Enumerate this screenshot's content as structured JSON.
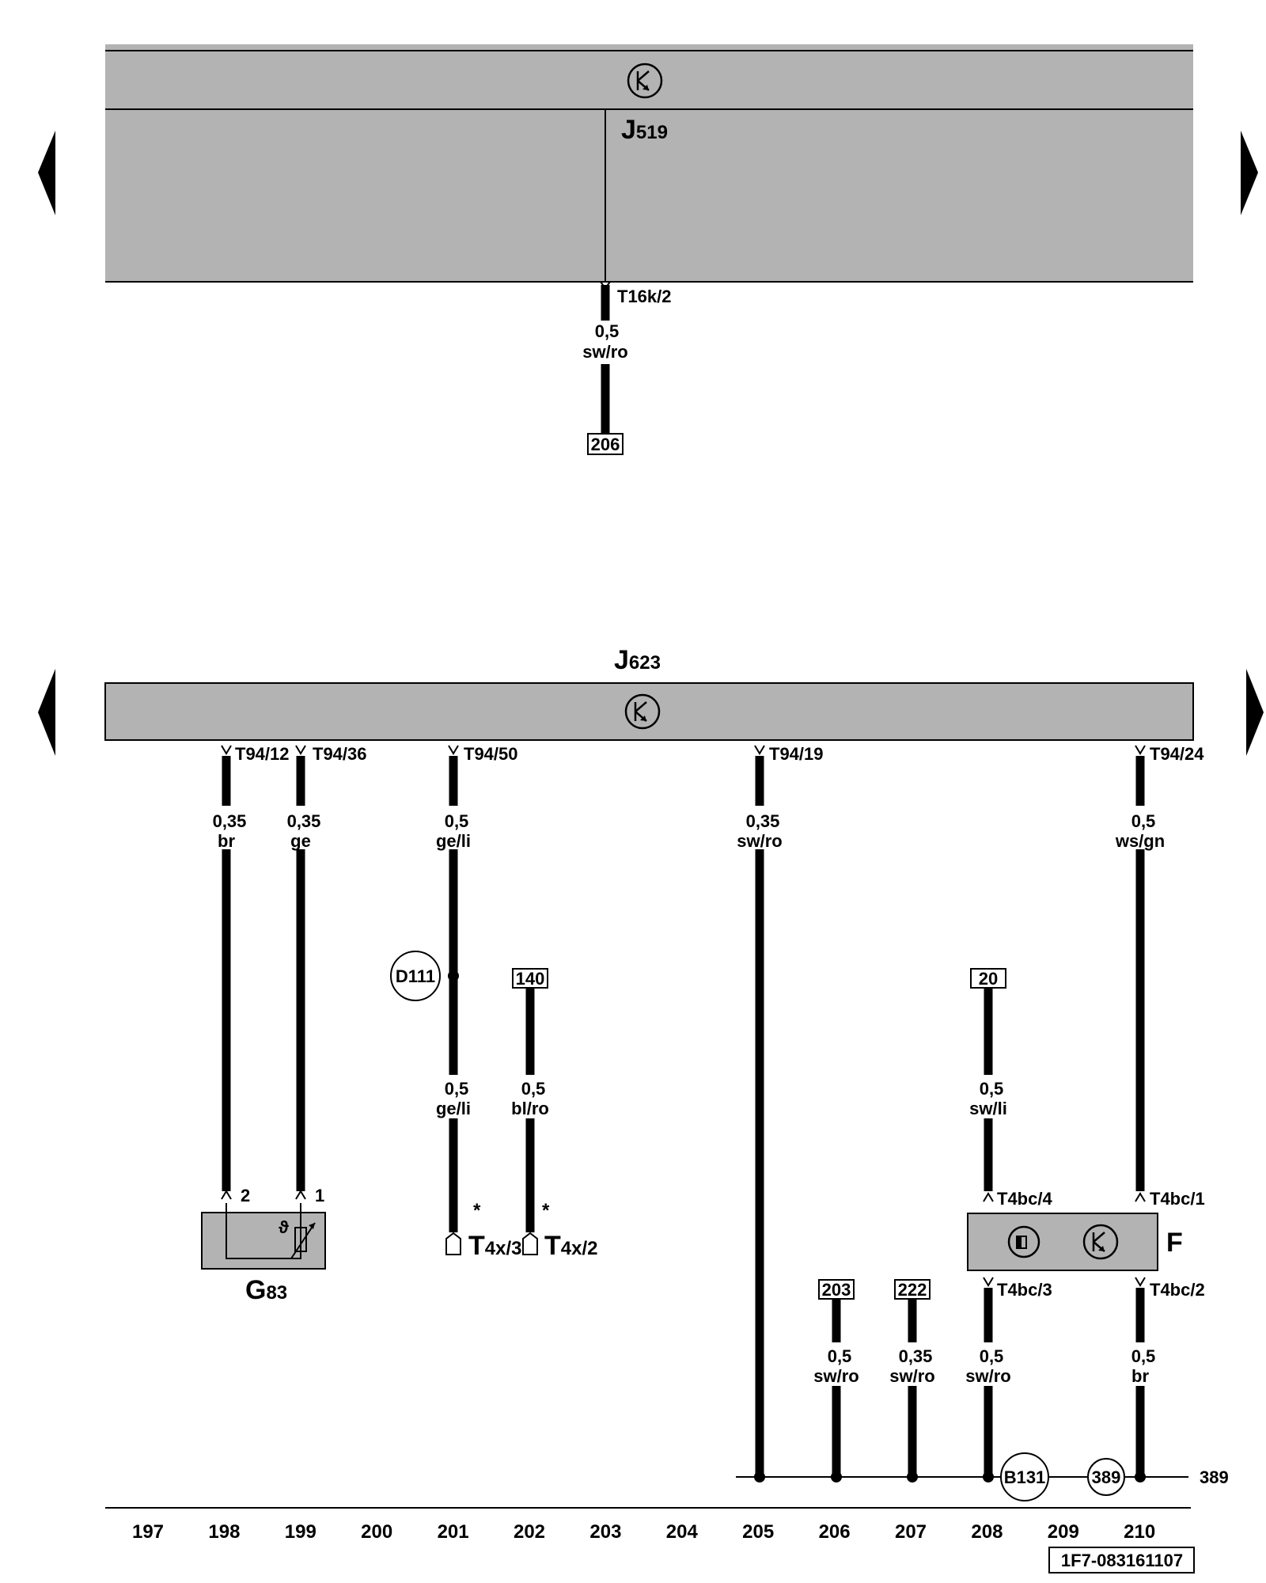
{
  "components": {
    "J519": {
      "letter": "J",
      "sub": "519"
    },
    "J623": {
      "letter": "J",
      "sub": "623"
    },
    "G83": {
      "letter": "G",
      "sub": "83"
    },
    "F": {
      "letter": "F"
    },
    "T4x3": {
      "letter": "T",
      "sub": "4x/3"
    },
    "T4x2": {
      "letter": "T",
      "sub": "4x/2"
    }
  },
  "pins": {
    "t16k2": "T16k/2",
    "t94_12": "T94/12",
    "t94_36": "T94/36",
    "t94_50": "T94/50",
    "t94_19": "T94/19",
    "t94_24": "T94/24",
    "g83_2": "2",
    "g83_1": "1",
    "t4bc4": "T4bc/4",
    "t4bc1": "T4bc/1",
    "t4bc3": "T4bc/3",
    "t4bc2": "T4bc/2"
  },
  "wires": {
    "w206": {
      "size": "0,5",
      "color": "sw/ro"
    },
    "w198": {
      "size": "0,35",
      "color": "br"
    },
    "w199": {
      "size": "0,35",
      "color": "ge"
    },
    "w201a": {
      "size": "0,5",
      "color": "ge/li"
    },
    "w201b": {
      "size": "0,5",
      "color": "ge/li"
    },
    "w202": {
      "size": "0,5",
      "color": "bl/ro"
    },
    "w205": {
      "size": "0,35",
      "color": "sw/ro"
    },
    "w206b": {
      "size": "0,5",
      "color": "sw/ro"
    },
    "w207": {
      "size": "0,35",
      "color": "sw/ro"
    },
    "w208a": {
      "size": "0,5",
      "color": "sw/li"
    },
    "w208b": {
      "size": "0,5",
      "color": "sw/ro"
    },
    "w210a": {
      "size": "0,5",
      "color": "ws/gn"
    },
    "w210b": {
      "size": "0,5",
      "color": "br"
    }
  },
  "refs": {
    "r206": "206",
    "r140": "140",
    "r20": "20",
    "r203": "203",
    "r222": "222"
  },
  "circles": {
    "d111": "D111",
    "b131": "B131",
    "c389": "389"
  },
  "asterisk": "*",
  "ground_ref": "389",
  "columns": [
    "197",
    "198",
    "199",
    "200",
    "201",
    "202",
    "203",
    "204",
    "205",
    "206",
    "207",
    "208",
    "209",
    "210"
  ],
  "diagram_id": "1F7-083161107"
}
